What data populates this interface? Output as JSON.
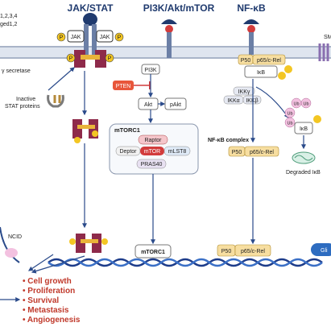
{
  "headers": {
    "jak_stat": "JAK/STAT",
    "pi3k": "PI3K/Akt/mTOR",
    "nfkb": "NF-κB"
  },
  "left_labels": {
    "notch_ligands_1": "1,2,3,4",
    "notch_ligands_2": "ged1,2",
    "gamma_secretase": "γ secretase",
    "inactive_stat_1": "Inactive",
    "inactive_stat_2": "STAT proteins",
    "ncid": "NCID",
    "sm_partial": "SM"
  },
  "jak": {
    "jak_left": "JAK",
    "jak_right": "JAK",
    "phospho": "P"
  },
  "pi3k": {
    "pi3k": "PI3K",
    "pten": "PTEN",
    "akt": "Akt",
    "pakt": "pAkt"
  },
  "mtorc1": {
    "title": "mTORC1",
    "raptor": "Raptor",
    "deptor": "Deptor",
    "mtor": "mTOR",
    "mlst8": "mLST8",
    "pras40": "PRAS40",
    "nuclear": "mTORC1"
  },
  "nfkb": {
    "p50": "P50",
    "p65": "p65/c-Rel",
    "ikb": "IκB",
    "ikky": "IKKγ",
    "ikka": "IKKα",
    "ikkb": "IKKβ",
    "complex_label": "NF-κB complex",
    "ub": "Ub",
    "degraded": "Degraded IκB",
    "gli_partial": "Gli"
  },
  "outcomes": [
    "Cell growth",
    "Proliferation",
    "Survival",
    "Metastasis",
    "Angiogenesis"
  ],
  "colors": {
    "header": "#1f3a6e",
    "phospho": "#f3c623",
    "stat": "#8e2a4a",
    "stat_band": "#e9b43a",
    "pten": "#e8563a",
    "mtor": "#d23c3c",
    "raptor": "#f5c6cb",
    "box_yellow": "#f7dea0",
    "ub": "#f3c1e0",
    "membrane": "#c0c9d9",
    "dna": "#1d3c8a",
    "outcome": "#c0392b"
  }
}
